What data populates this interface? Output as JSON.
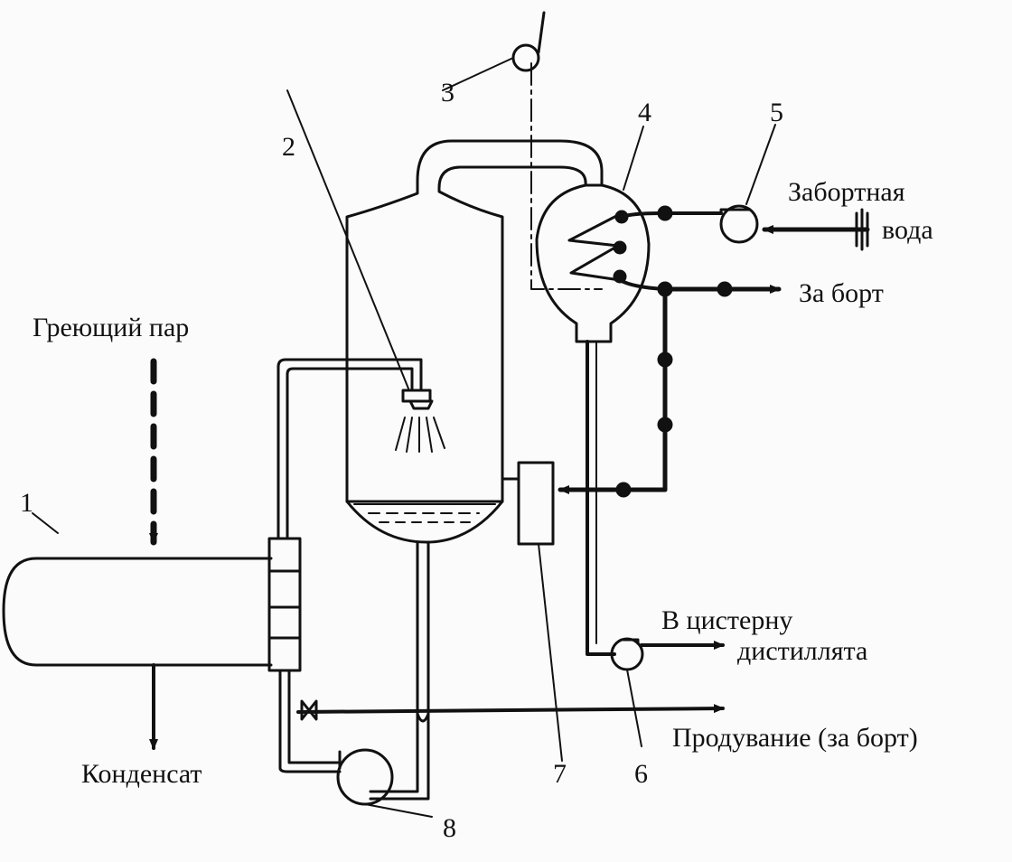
{
  "labels": {
    "heating_steam": "Греющий пар",
    "condensate": "Конденсат",
    "seawater_line1": "Забортная",
    "seawater_line2": "вода",
    "overboard": "За борт",
    "distillate_line1": "В цистерну",
    "distillate_line2": "дистиллята",
    "blowdown": "Продувание (за борт)"
  },
  "numbers": {
    "n1": "1",
    "n2": "2",
    "n3": "3",
    "n4": "4",
    "n5": "5",
    "n6": "6",
    "n7": "7",
    "n8": "8"
  }
}
